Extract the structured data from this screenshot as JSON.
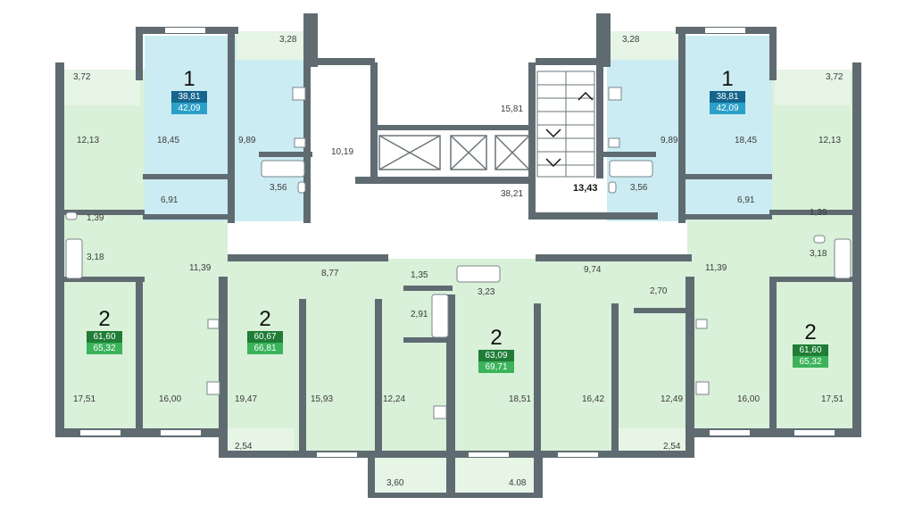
{
  "colors": {
    "wall": "#5f6b71",
    "one_room_fill": "#ccecf3",
    "two_room_fill": "#d9f0d9",
    "balcony_fill": "#e6f5e6",
    "common_fill": "#ffffff",
    "badge_one_dark": "#16658c",
    "badge_one_light": "#2ba0c9",
    "badge_two_dark": "#1f7d36",
    "badge_two_light": "#3bb35a"
  },
  "apartments": [
    {
      "id": "apt-1-left",
      "rooms": "1",
      "living_area": "38,81",
      "total_area": "42,09",
      "type": "one"
    },
    {
      "id": "apt-1-right",
      "rooms": "1",
      "living_area": "38,81",
      "total_area": "42,09",
      "type": "one"
    },
    {
      "id": "apt-2-far-left",
      "rooms": "2",
      "living_area": "61,60",
      "total_area": "65,32",
      "type": "two"
    },
    {
      "id": "apt-2-center-left",
      "rooms": "2",
      "living_area": "60,67",
      "total_area": "66,81",
      "type": "two"
    },
    {
      "id": "apt-2-center",
      "rooms": "2",
      "living_area": "63,09",
      "total_area": "69,71",
      "type": "two"
    },
    {
      "id": "apt-2-far-right",
      "rooms": "2",
      "living_area": "61,60",
      "total_area": "65,32",
      "type": "two"
    }
  ],
  "room_areas": {
    "a01": "3,28",
    "a02": "3,28",
    "a03": "3,72",
    "a04": "3,72",
    "a05": "12,13",
    "a06": "18,45",
    "a07": "9,89",
    "a08": "15,81",
    "a09": "9,89",
    "a10": "18,45",
    "a11": "12,13",
    "a12": "10,19",
    "a13": "3,56",
    "a14": "3,56",
    "a15": "38,21",
    "a16": "13,43",
    "a17": "6,91",
    "a18": "6,91",
    "a19": "1,39",
    "a20": "1,39",
    "a21": "3,18",
    "a22": "3,18",
    "a23": "11,39",
    "a24": "11,39",
    "a25": "8,77",
    "a26": "1,35",
    "a27": "3,23",
    "a28": "9,74",
    "a29": "2,70",
    "a30": "2,91",
    "a31": "17,51",
    "a32": "16,00",
    "a33": "19,47",
    "a34": "15,93",
    "a35": "12,24",
    "a36": "18,51",
    "a37": "16,42",
    "a38": "12,49",
    "a39": "16,00",
    "a40": "17,51",
    "a41": "2,54",
    "a42": "2,54",
    "a43": "3,60",
    "a44": "4.08"
  }
}
